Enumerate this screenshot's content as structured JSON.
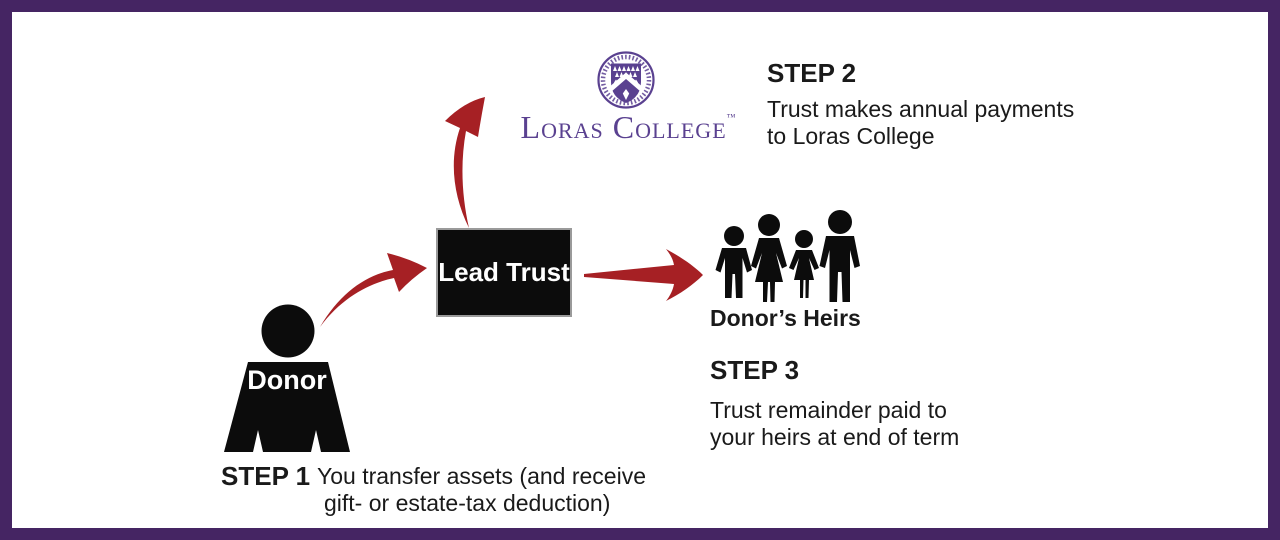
{
  "logo": {
    "wordmark": "Loras College",
    "trademark": "™",
    "crest_icon": "loras-college-crest"
  },
  "nodes": {
    "donor_label": "Donor",
    "lead_trust_label": "Lead Trust",
    "heirs_label": "Donor’s Heirs"
  },
  "steps": {
    "step1": {
      "heading": "STEP 1",
      "lines": [
        "You transfer assets (and receive",
        "gift- or estate-tax deduction)"
      ]
    },
    "step2": {
      "heading": "STEP 2",
      "lines": [
        "Trust makes annual payments",
        "to Loras College"
      ]
    },
    "step3": {
      "heading": "STEP 3",
      "lines": [
        "Trust remainder paid to",
        "your heirs at end of term"
      ]
    }
  },
  "colors": {
    "arrow_red": "#A62024",
    "border_purple": "#452563",
    "loras_purple": "#5A4190",
    "node_black": "#0C0C0C"
  }
}
